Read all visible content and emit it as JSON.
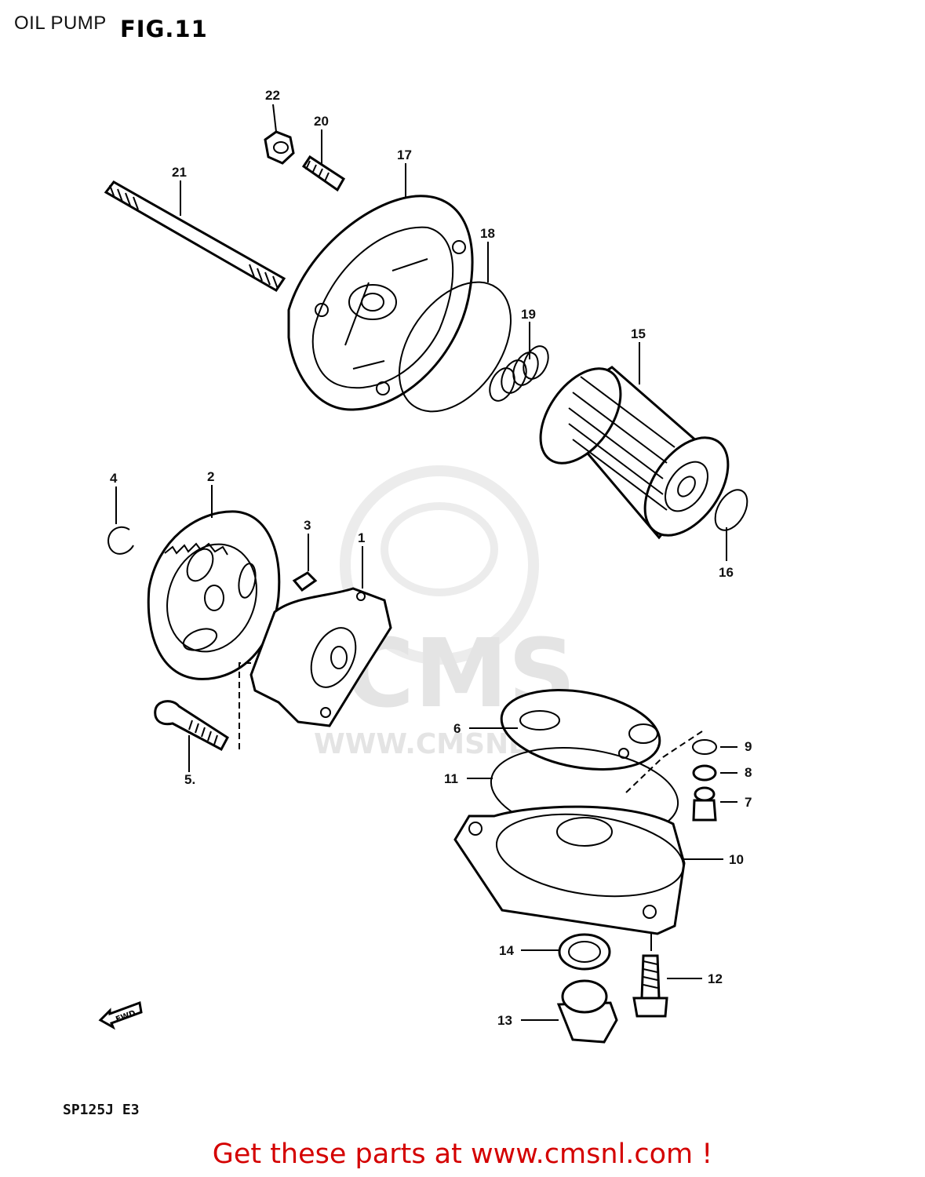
{
  "header": {
    "section": "OIL PUMP",
    "figure": "FIG.11"
  },
  "watermark": {
    "logo": "CMS",
    "url": "WWW.CMSNL.COM"
  },
  "callouts": {
    "c1": "1",
    "c2": "2",
    "c3": "3",
    "c4": "4",
    "c5": "5.",
    "c6": "6",
    "c7": "7",
    "c8": "8",
    "c9": "9",
    "c10": "10",
    "c11": "11",
    "c12": "12",
    "c13": "13",
    "c14": "14",
    "c15": "15",
    "c16": "16",
    "c17": "17",
    "c18": "18",
    "c19": "19",
    "c20": "20",
    "c21": "21",
    "c22": "22"
  },
  "fwd_label": "FWD",
  "model_code": "SP125J  E3",
  "footer": "Get these parts at www.cmsnl.com !",
  "colors": {
    "line": "#000000",
    "footer": "#d40000",
    "watermark": "#e4e4e4"
  }
}
